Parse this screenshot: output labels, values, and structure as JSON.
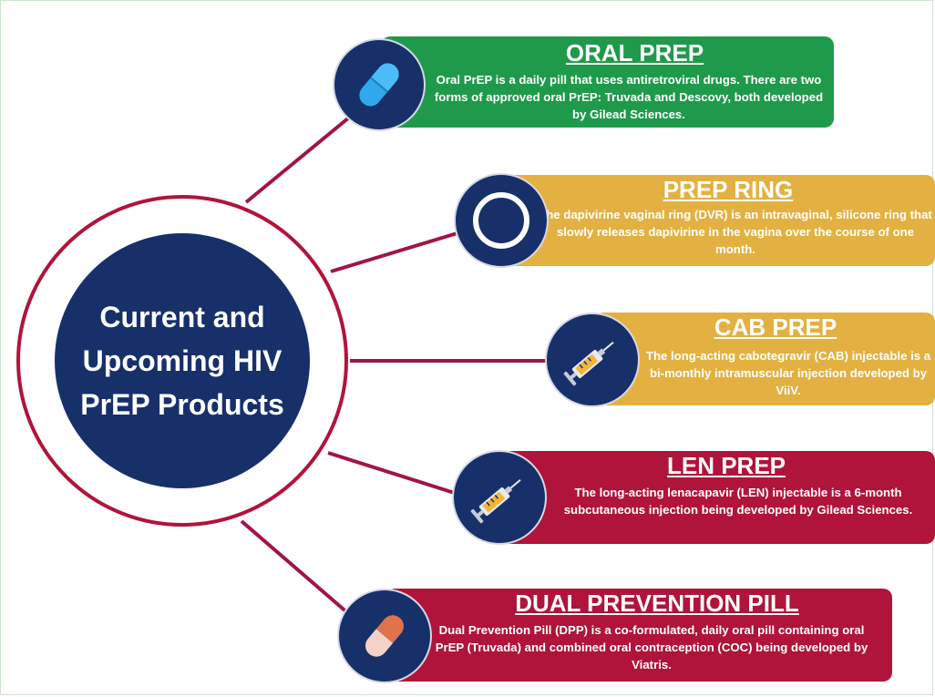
{
  "center": {
    "title": "Current and\nUpcoming HIV\nPrEP Products"
  },
  "products": [
    {
      "title": "ORAL PREP",
      "body": "Oral PrEP is a daily pill that uses antiretroviral drugs. There are two forms of approved oral PrEP: Truvada and Descovy, both developed by Gilead Sciences.",
      "color": "#1f9a4b",
      "icon": "pill-tablet-icon"
    },
    {
      "title": "PREP RING",
      "body": "The dapivirine vaginal ring (DVR) is an intravaginal, silicone ring that slowly releases dapivirine in the vagina over the course of one month.",
      "color": "#e3b141",
      "icon": "vaginal-ring-icon"
    },
    {
      "title": "CAB PREP",
      "body": "The long-acting cabotegravir (CAB) injectable is a bi-monthly intramuscular injection developed by ViiV.",
      "color": "#e3b141",
      "icon": "syringe-icon"
    },
    {
      "title": "LEN PREP",
      "body": "The long-acting lenacapavir (LEN) injectable is a 6-month subcutaneous injection being developed by Gilead Sciences.",
      "color": "#b0143a",
      "icon": "syringe-icon"
    },
    {
      "title": "DUAL PREVENTION PILL",
      "body": "Dual Prevention Pill (DPP) is a co-formulated, daily oral pill containing oral PrEP (Truvada) and combined oral contraception (COC) being developed by Viatris.",
      "color": "#b0143a",
      "icon": "capsule-icon"
    }
  ],
  "colors": {
    "navy": "#17306a",
    "crimson": "#b0143a",
    "green": "#1f9a4b",
    "gold": "#e3b141",
    "connector": "#a01548"
  }
}
